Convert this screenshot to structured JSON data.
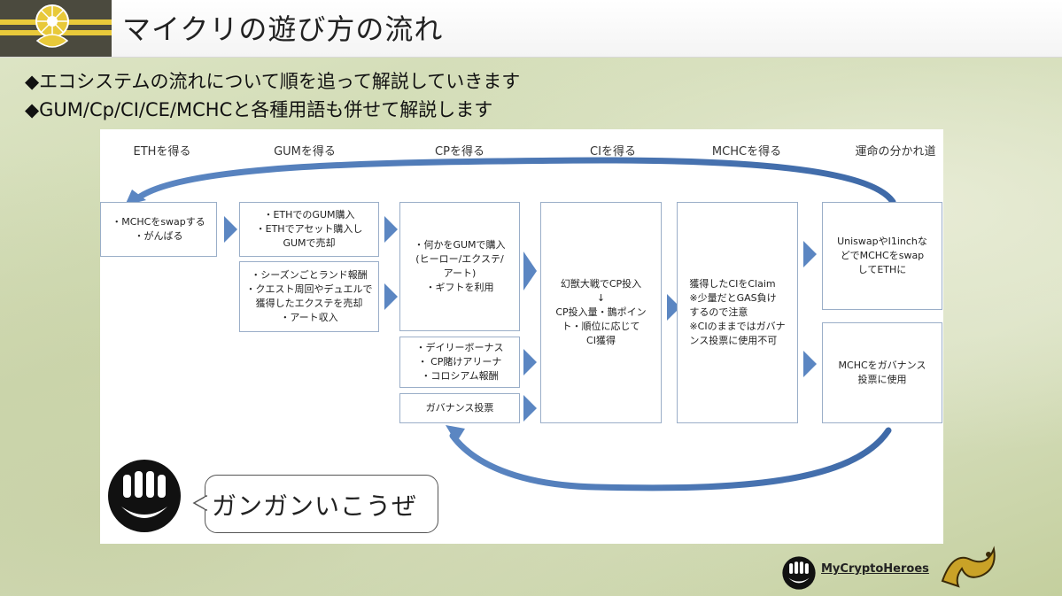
{
  "header": {
    "title": "マイクリの遊び方の流れ"
  },
  "bullets": [
    "◆エコシステムの流れについて順を追って解説していきます",
    "◆GUM/Cp/CI/CE/MCHCと各種用語も併せて解説します"
  ],
  "diagram": {
    "columns": [
      "ETHを得る",
      "GUMを得る",
      "CPを得る",
      "CIを得る",
      "MCHCを得る",
      "運命の分かれ道"
    ],
    "boxes": {
      "eth": "・MCHCをswapする\n・がんばる",
      "gum_buy": "・ETHでのGUM購入\n・ETHでアセット購入し\nGUMで売却",
      "gum_reward": "・シーズンごとランド報酬\n・クエスト周回やデュエルで\n獲得したエクステを売却\n・アート収入",
      "cp_buy": "・何かをGUMで購入\n(ヒーロー/エクステ/\nアート)\n・ギフトを利用",
      "cp_bonus": "・デイリーボーナス\n・ CP賭けアリーナ\n・コロシアム報酬",
      "cp_gov": "ガバナンス投票",
      "ci": "幻獣大戦でCP投入\n↓\nCP投入量・鵲ポイン\nト・順位に応じて\nCI獲得",
      "mchc": "獲得したCIをClaim\n※少量だとGAS負け\nするので注意\n※CIのままではガバナ\nンス投票に使用不可",
      "fate_swap": "UniswapやI1inchな\nどでMCHCをswap\nしてETHに",
      "fate_gov": "MCHCをガバナンス\n投票に使用"
    },
    "speech": "ガンガンいこうぜ"
  },
  "footer": {
    "logo_text": "MyCryptoHeroes"
  },
  "colors": {
    "chevron": "#5b86c2",
    "box_border": "#9aaec8",
    "crest_stripe": "#e8c93a"
  }
}
